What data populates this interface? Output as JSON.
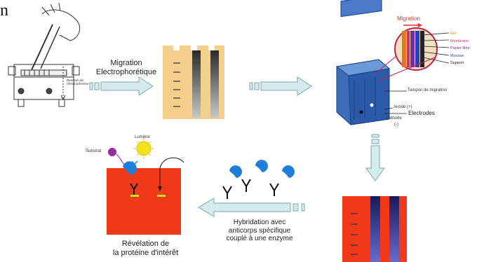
{
  "top_left_letter": "n",
  "labels": {
    "migration_line1": "Migration",
    "migration_line2": "Electrophorétique",
    "hybridation_line1": "Hybridation avec",
    "hybridation_line2": "anticorps spécifique",
    "hybridation_line3": "couplé à une enzyme",
    "revelation_line1": "Révélation de",
    "revelation_line2": "la protéine d'intérêt",
    "substrat": "Substrat",
    "lumiere": "Lumière",
    "tampon": "Tampon de migration",
    "anode": "Anode (+)",
    "electrodes": "Electrodes",
    "cathode": "Cathode",
    "cathode_sign": "(-)",
    "migration_title": "Migration",
    "hand_note_line1": "Direction de",
    "hand_note_line2": "l'électrophorèse"
  },
  "legend": [
    {
      "label": "Gel",
      "color": "#e07a1a"
    },
    {
      "label": "Membrane",
      "color": "#d0305a"
    },
    {
      "label": "Papier filtre",
      "color": "#7a2a9a"
    },
    {
      "label": "Mousse",
      "color": "#2a40c0"
    },
    {
      "label": "Support",
      "color": "#222222"
    }
  ],
  "colors": {
    "gel": "#f6cf8a",
    "membrane_red": "#f03a1a",
    "arrow_fill": "#d6ecec",
    "arrow_stroke": "#7aa8b0",
    "tank_blue": "#3a6fb8",
    "enzyme_blue": "#1e7fd8",
    "substrat_purple": "#9a2aa0",
    "light_yellow": "#f4e21a",
    "band_green": "#c8e020"
  }
}
